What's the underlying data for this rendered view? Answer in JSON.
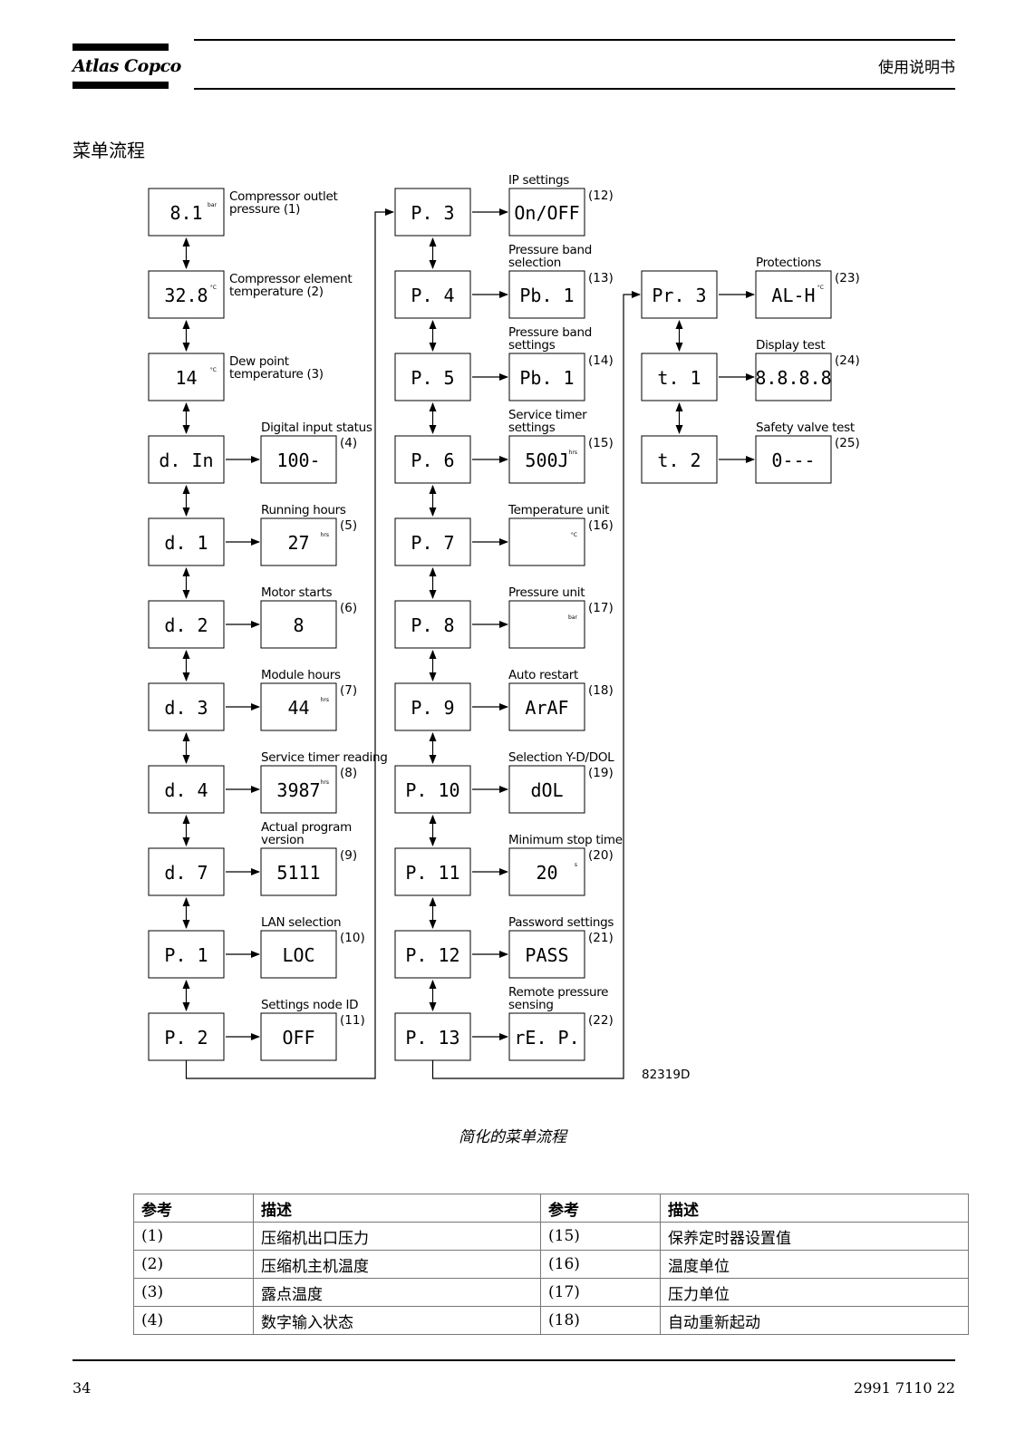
{
  "header": {
    "logo": "Atlas Copco",
    "doc_type": "使用说明书"
  },
  "section_title": "菜单流程",
  "diagram": {
    "col1": [
      {
        "label": "Compressor outlet pressure (1)",
        "lines": [
          "Compressor outlet",
          "pressure (1)"
        ],
        "display": "8.1",
        "unit": "bar"
      },
      {
        "lines": [
          "Compressor element",
          "temperature (2)"
        ],
        "display": "32.8",
        "unit": "°C"
      },
      {
        "lines": [
          "Dew point",
          "temperature (3)"
        ],
        "display": "14",
        "unit": "°C"
      },
      {
        "code": "d. In",
        "lines": [
          "Digital input status"
        ],
        "ref": "(4)",
        "value": "100-"
      },
      {
        "code": "d. 1",
        "lines": [
          "Running hours"
        ],
        "ref": "(5)",
        "value": "27",
        "unit": "hrs"
      },
      {
        "code": "d. 2",
        "lines": [
          "Motor starts"
        ],
        "ref": "(6)",
        "value": "8"
      },
      {
        "code": "d. 3",
        "lines": [
          "Module hours"
        ],
        "ref": "(7)",
        "value": "44",
        "unit": "hrs"
      },
      {
        "code": "d. 4",
        "lines": [
          "Service timer reading"
        ],
        "ref": "(8)",
        "value": "3987",
        "unit": "hrs"
      },
      {
        "code": "d. 7",
        "lines": [
          "Actual program",
          "version"
        ],
        "ref": "(9)",
        "value": "5111"
      },
      {
        "code": "P. 1",
        "lines": [
          "LAN selection"
        ],
        "ref": "(10)",
        "value": "LOC"
      },
      {
        "code": "P. 2",
        "lines": [
          "Settings node ID"
        ],
        "ref": "(11)",
        "value": "OFF"
      }
    ],
    "col2": [
      {
        "code": "P. 3",
        "lines": [
          "IP settings"
        ],
        "ref": "(12)",
        "value": "On/OFF"
      },
      {
        "code": "P. 4",
        "lines": [
          "Pressure band",
          "selection"
        ],
        "ref": "(13)",
        "value": "Pb. 1"
      },
      {
        "code": "P. 5",
        "lines": [
          "Pressure band",
          "settings"
        ],
        "ref": "(14)",
        "value": "Pb. 1"
      },
      {
        "code": "P. 6",
        "lines": [
          "Service timer",
          "settings"
        ],
        "ref": "(15)",
        "value": "500J",
        "unit": "hrs"
      },
      {
        "code": "P. 7",
        "lines": [
          "Temperature unit"
        ],
        "ref": "(16)",
        "value": "",
        "unit": "°C"
      },
      {
        "code": "P. 8",
        "lines": [
          "Pressure unit"
        ],
        "ref": "(17)",
        "value": "",
        "unit": "bar"
      },
      {
        "code": "P. 9",
        "lines": [
          "Auto restart"
        ],
        "ref": "(18)",
        "value": "ArAF"
      },
      {
        "code": "P. 10",
        "lines": [
          "Selection Y-D/DOL"
        ],
        "ref": "(19)",
        "value": "dOL"
      },
      {
        "code": "P. 11",
        "lines": [
          "Minimum stop time"
        ],
        "ref": "(20)",
        "value": "20",
        "unit": "s"
      },
      {
        "code": "P. 12",
        "lines": [
          "Password settings"
        ],
        "ref": "(21)",
        "value": "PASS"
      },
      {
        "code": "P. 13",
        "lines": [
          "Remote pressure",
          "sensing"
        ],
        "ref": "(22)",
        "value": "rE. P."
      }
    ],
    "col3": [
      {
        "code": "Pr. 3",
        "lines": [
          "Protections"
        ],
        "ref": "(23)",
        "value": "AL-H",
        "unit": "°C"
      },
      {
        "code": "t. 1",
        "lines": [
          "Display test"
        ],
        "ref": "(24)",
        "value": "8.8.8.8"
      },
      {
        "code": "t. 2",
        "lines": [
          "Safety valve test"
        ],
        "ref": "(25)",
        "value": "0---"
      }
    ],
    "figure_id": "82319D"
  },
  "caption": "简化的菜单流程",
  "table": {
    "headers": [
      "参考",
      "描述",
      "参考",
      "描述"
    ],
    "rows": [
      [
        "(1)",
        "压缩机出口压力",
        "(15)",
        "保养定时器设置值"
      ],
      [
        "(2)",
        "压缩机主机温度",
        "(16)",
        "温度单位"
      ],
      [
        "(3)",
        "露点温度",
        "(17)",
        "压力单位"
      ],
      [
        "(4)",
        "数字输入状态",
        "(18)",
        "自动重新起动"
      ]
    ]
  },
  "footer": {
    "page": "34",
    "doc_number": "2991 7110 22"
  }
}
